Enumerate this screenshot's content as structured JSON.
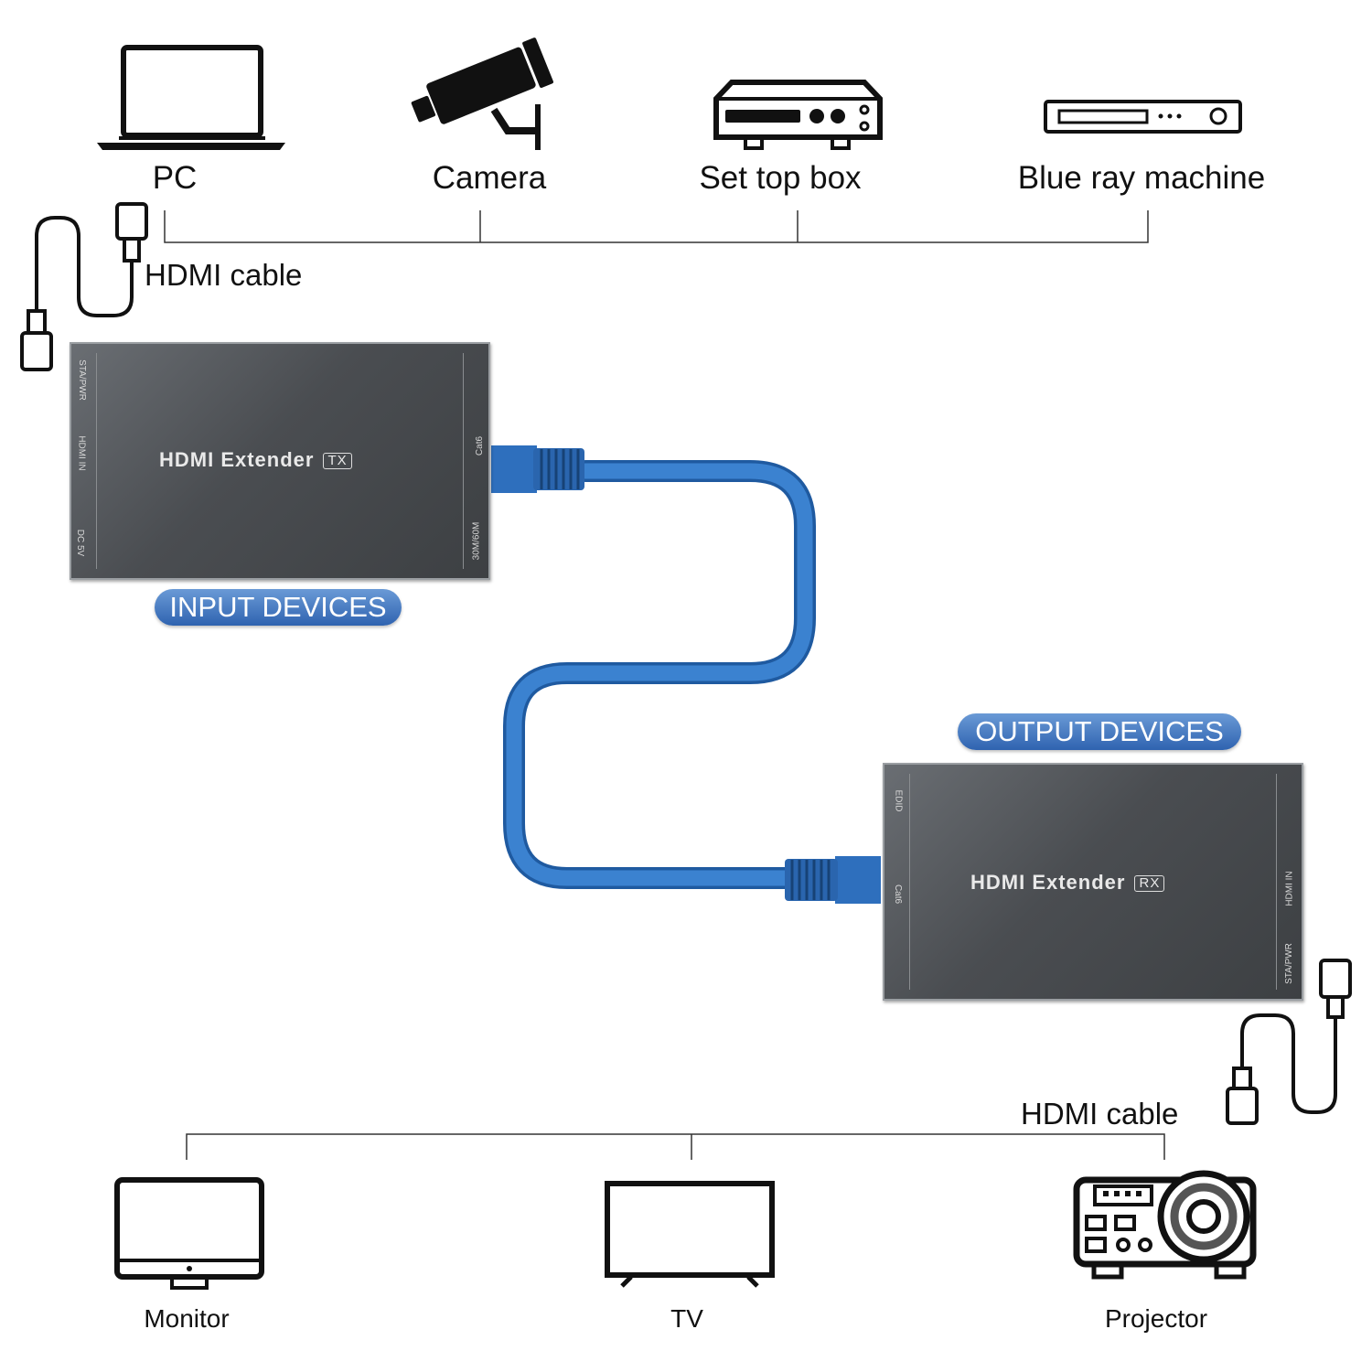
{
  "sources": [
    {
      "label": "PC",
      "icon": "laptop-icon"
    },
    {
      "label": "Camera",
      "icon": "security-camera-icon"
    },
    {
      "label": "Set top box",
      "icon": "set-top-box-icon"
    },
    {
      "label": "Blue ray machine",
      "icon": "bluray-player-icon"
    }
  ],
  "outputs": [
    {
      "label": "Monitor",
      "icon": "monitor-icon"
    },
    {
      "label": "TV",
      "icon": "tv-icon"
    },
    {
      "label": "Projector",
      "icon": "projector-icon"
    }
  ],
  "cables": {
    "input_label": "HDMI cable",
    "output_label": "HDMI cable",
    "cat_color": "#2f72c0"
  },
  "badges": {
    "input": "INPUT DEVICES",
    "output": "OUTPUT DEVICES"
  },
  "tx": {
    "title": "HDMI Extender",
    "tag": "TX",
    "ports_left": [
      "STA/PWR",
      "HDMI IN",
      "DC 5V"
    ],
    "ports_right": [
      "Cat6",
      "30M/60M"
    ]
  },
  "rx": {
    "title": "HDMI Extender",
    "tag": "RX",
    "ports_left": [
      "EDID",
      "Cat6"
    ],
    "ports_right": [
      "HDMI IN",
      "STA/PWR"
    ]
  }
}
